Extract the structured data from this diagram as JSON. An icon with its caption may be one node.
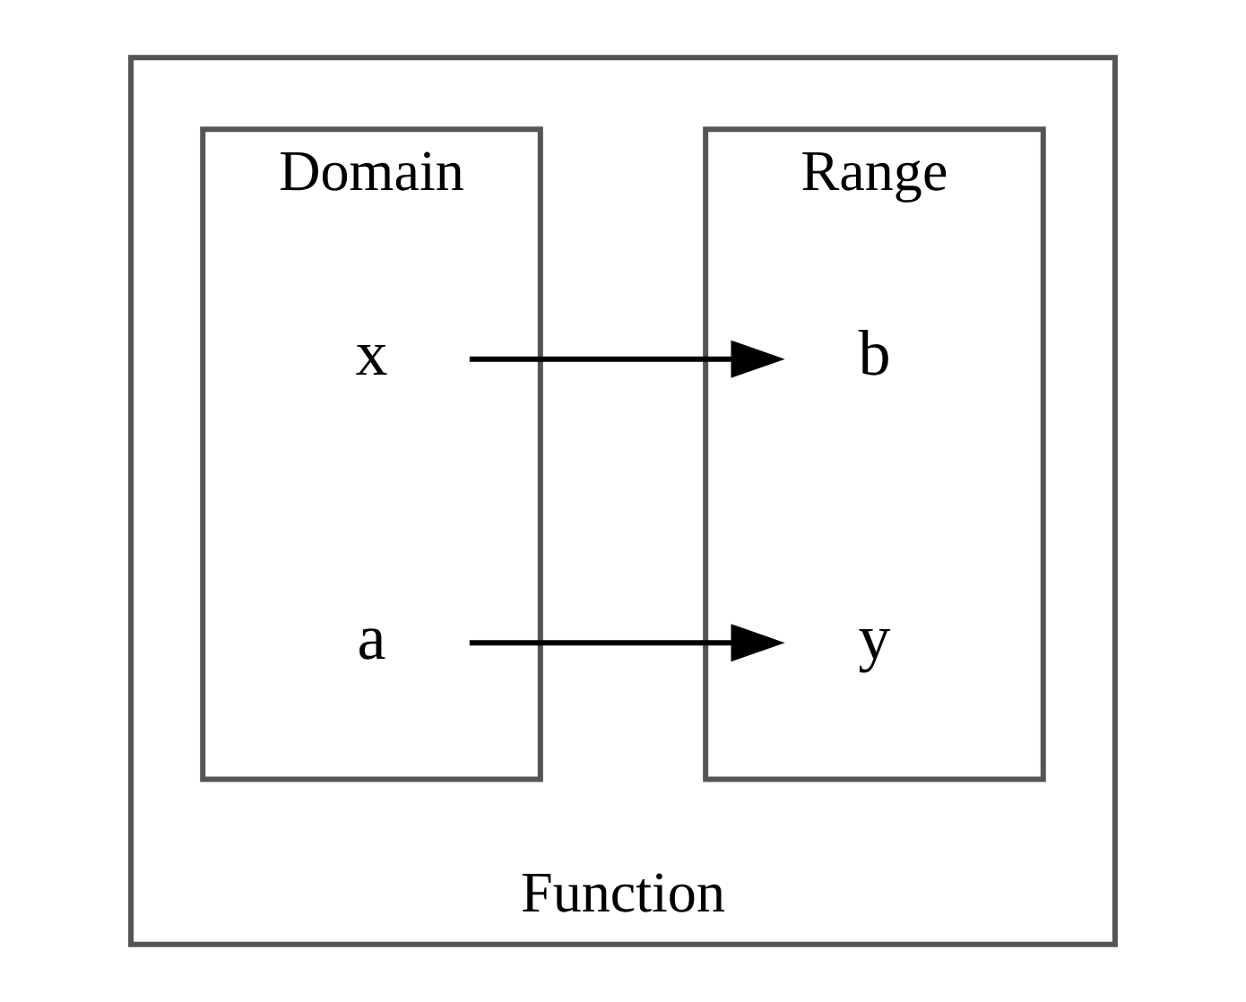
{
  "diagram": {
    "nodes": [
      {
        "text": [
          "Function"
        ]
      },
      {
        "text": [
          "Domain"
        ],
        "in": 0
      },
      {
        "text": [
          "Range"
        ],
        "in": 0
      },
      {
        "text": [
          "x"
        ],
        "in": 1
      },
      {
        "text": [
          "a"
        ],
        "in": 1
      },
      {
        "text": [
          "y"
        ],
        "in": 2
      },
      {
        "text": [
          "b"
        ],
        "in": 2
      }
    ],
    "edges": [
      {
        "from": 3,
        "to": 6,
        "arrow": "to"
      },
      {
        "from": 4,
        "to": 5,
        "arrow": "to"
      }
    ]
  }
}
